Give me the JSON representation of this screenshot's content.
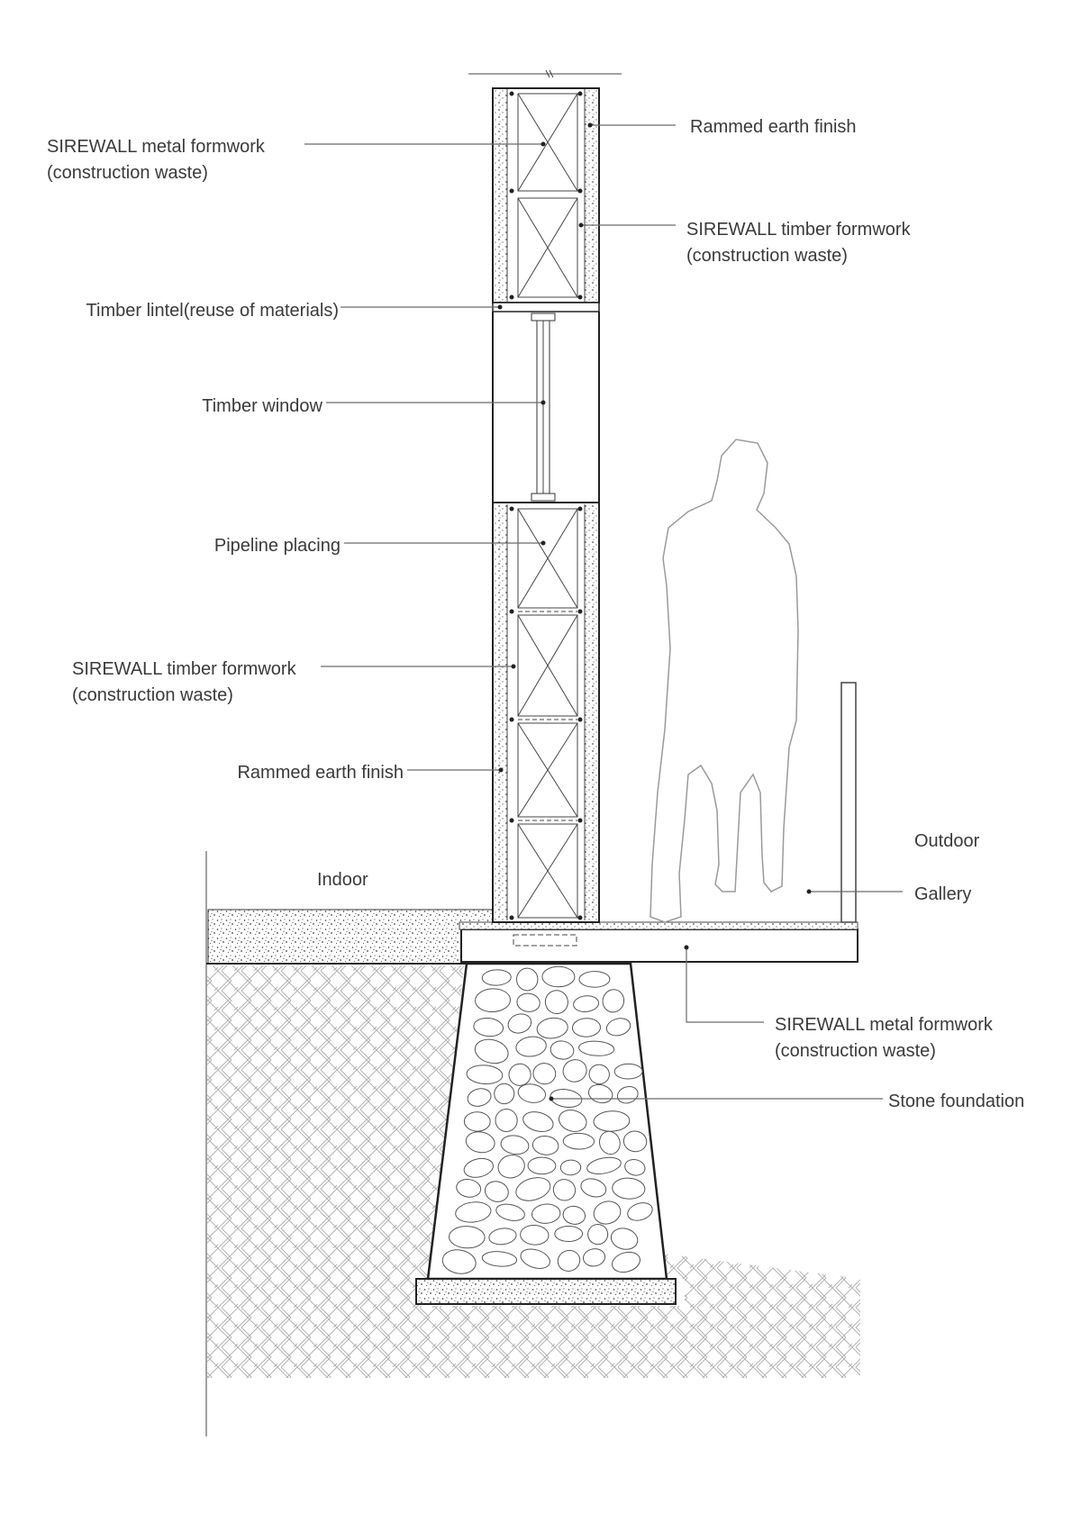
{
  "labels": {
    "metal_formwork_top_1": "SIREWALL metal formwork",
    "metal_formwork_top_2": "(construction waste)",
    "rammed_earth_top": "Rammed earth finish",
    "timber_formwork_top_1": "SIREWALL timber formwork",
    "timber_formwork_top_2": "(construction waste)",
    "timber_lintel": "Timber lintel(reuse of materials)",
    "timber_window": "Timber window",
    "pipeline_placing": "Pipeline placing",
    "timber_formwork_low_1": "SIREWALL timber formwork",
    "timber_formwork_low_2": "(construction waste)",
    "rammed_earth_low": "Rammed earth finish",
    "outdoor": "Outdoor",
    "indoor": "Indoor",
    "gallery": "Gallery",
    "metal_formwork_base_1": "SIREWALL metal formwork",
    "metal_formwork_base_2": "(construction waste)",
    "stone_foundation": "Stone foundation"
  },
  "colors": {
    "line": "#222222",
    "leader": "#6b6b6b",
    "text": "#3a3a3a",
    "figure": "#9a9a9a",
    "hatch": "#b4b4b4"
  }
}
